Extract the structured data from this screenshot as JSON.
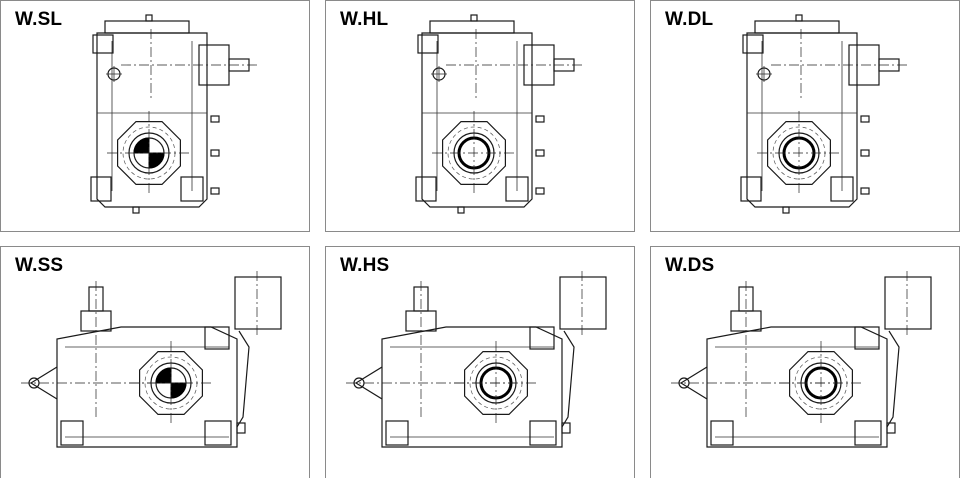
{
  "panels": [
    {
      "label": "W.SL",
      "variant": "vertical",
      "bore": "solid"
    },
    {
      "label": "W.HL",
      "variant": "vertical",
      "bore": "hollow"
    },
    {
      "label": "W.DL",
      "variant": "vertical",
      "bore": "hollow"
    },
    {
      "label": "W.SS",
      "variant": "horizontal",
      "bore": "solid"
    },
    {
      "label": "W.HS",
      "variant": "horizontal",
      "bore": "hollow"
    },
    {
      "label": "W.DS",
      "variant": "horizontal",
      "bore": "hollow"
    }
  ],
  "colors": {
    "line": "#1a1a1a",
    "border": "#8a8a8a",
    "background": "#ffffff"
  }
}
